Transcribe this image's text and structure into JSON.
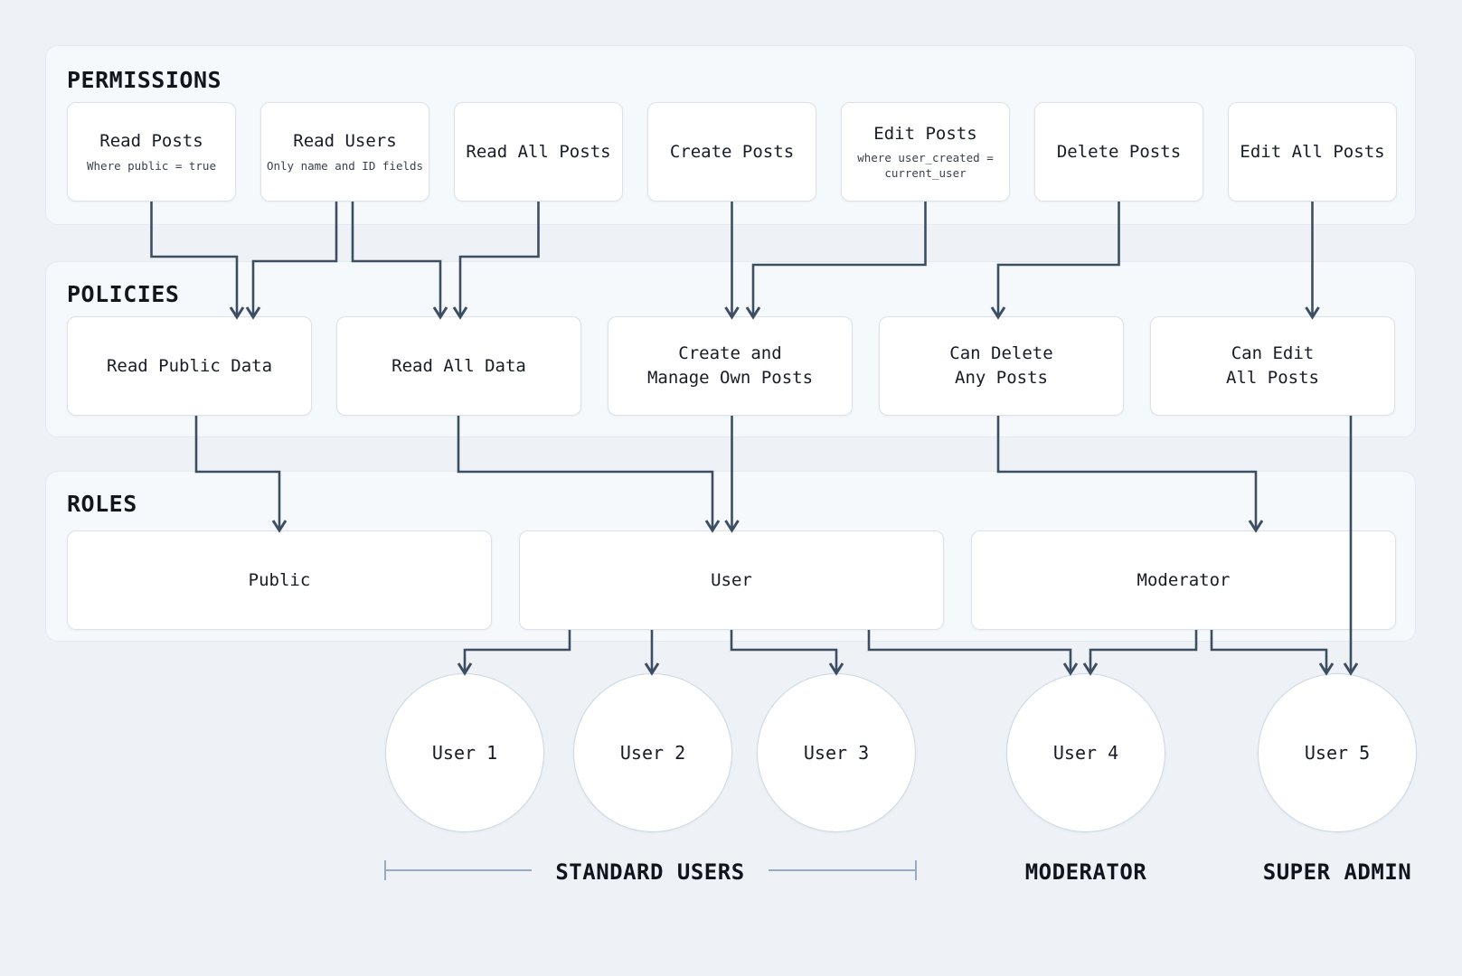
{
  "sections": [
    {
      "id": "permissions",
      "title": "PERMISSIONS"
    },
    {
      "id": "policies",
      "title": "POLICIES"
    },
    {
      "id": "roles",
      "title": "ROLES"
    }
  ],
  "permissions": [
    {
      "id": "read-posts",
      "label": "Read Posts",
      "note": "Where public = true"
    },
    {
      "id": "read-users",
      "label": "Read Users",
      "note": "Only name and ID fields"
    },
    {
      "id": "read-all-posts",
      "label": "Read All Posts"
    },
    {
      "id": "create-posts",
      "label": "Create Posts"
    },
    {
      "id": "edit-posts",
      "label": "Edit Posts",
      "note": "where user_created =\ncurrent_user"
    },
    {
      "id": "delete-posts",
      "label": "Delete Posts"
    },
    {
      "id": "edit-all-posts",
      "label": "Edit All Posts"
    }
  ],
  "policies": [
    {
      "id": "read-public-data",
      "label": "Read Public Data"
    },
    {
      "id": "read-all-data",
      "label": "Read All Data"
    },
    {
      "id": "create-manage-own-posts",
      "label": "Create and\nManage Own Posts"
    },
    {
      "id": "can-delete-any-posts",
      "label": "Can Delete\nAny Posts"
    },
    {
      "id": "can-edit-all-posts",
      "label": "Can Edit\nAll Posts"
    }
  ],
  "roles": [
    {
      "id": "public",
      "label": "Public"
    },
    {
      "id": "user",
      "label": "User"
    },
    {
      "id": "moderator",
      "label": "Moderator"
    }
  ],
  "users": [
    {
      "label": "User 1"
    },
    {
      "label": "User 2"
    },
    {
      "label": "User 3"
    },
    {
      "label": "User 4"
    },
    {
      "label": "User 5"
    }
  ],
  "group_labels": [
    {
      "id": "standard-users",
      "label": "STANDARD USERS"
    },
    {
      "id": "moderator-group",
      "label": "MODERATOR"
    },
    {
      "id": "super-admin",
      "label": "SUPER ADMIN"
    }
  ],
  "colors": {
    "page-bg": "#eef2f7",
    "panel-bg": "#f6f9fc",
    "panel-border": "#e4eaf2",
    "node-bg": "#ffffff",
    "node-border": "#dbe2ec",
    "circle-border": "#ccd8e5",
    "connector": "#3d4e63",
    "bracket": "#97abc4",
    "text": "#171c26",
    "note-text": "#3a414e"
  }
}
